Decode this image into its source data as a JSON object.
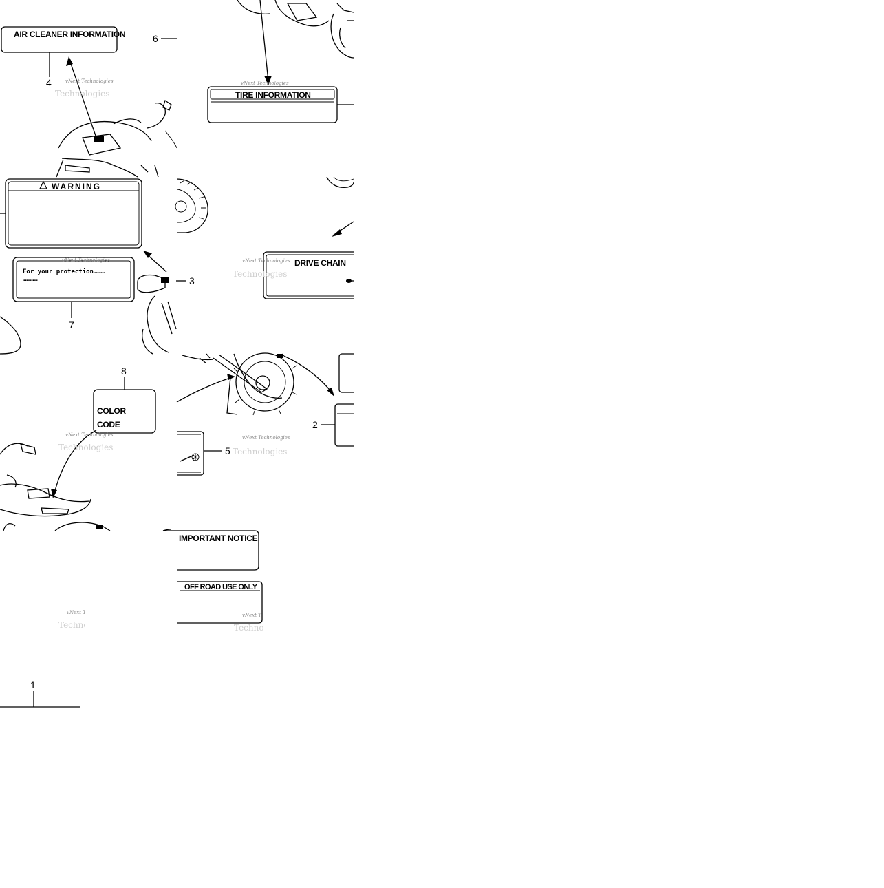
{
  "labels": {
    "air_cleaner": "AIR CLEANER INFORMATION",
    "tire": "TIRE INFORMATION",
    "warning": "WARNING",
    "protection_line1": "For your protection………",
    "protection_line2": "…………",
    "drive_chain": "DRIVE CHAIN",
    "color_code_1": "COLOR",
    "color_code_2": "CODE",
    "important_notice": "IMPORTANT NOTICE",
    "off_road": "OFF ROAD USE ONLY"
  },
  "callouts": {
    "n1": "1",
    "n2": "2",
    "n3": "3",
    "n4": "4",
    "n5": "5",
    "n6": "6",
    "n7": "7",
    "n8": "8"
  },
  "watermark": {
    "text": "vNext Technologies",
    "text_short": "vNext T",
    "faint": "Technologies"
  }
}
